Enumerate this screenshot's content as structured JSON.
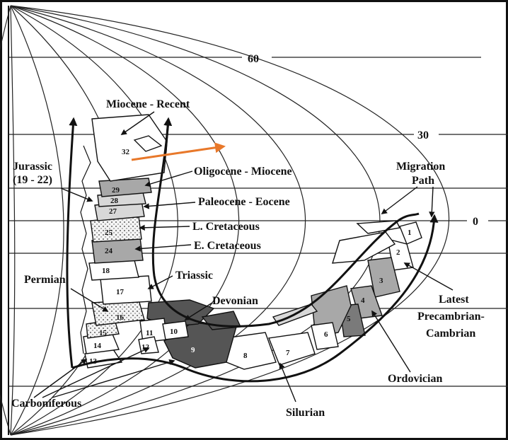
{
  "latitudes": {
    "lat60": "60",
    "lat30": "30",
    "lat0": "0"
  },
  "periods": {
    "miocene_recent": "Miocene - Recent",
    "jurassic_1": "Jurassic",
    "jurassic_2": "(19 - 22)",
    "oligocene_miocene": "Oligocene - Miocene",
    "paleocene_eocene": "Paleocene - Eocene",
    "l_cretaceous": "L. Cretaceous",
    "e_cretaceous": "E. Cretaceous",
    "triassic": "Triassic",
    "permian": "Permian",
    "devonian": "Devonian",
    "carboniferous": "Carboniferous",
    "silurian": "Silurian",
    "ordovician": "Ordovician",
    "latest_1": "Latest",
    "latest_2": "Precambrian-",
    "latest_3": "Cambrian",
    "migration_1": "Migration",
    "migration_2": "Path"
  },
  "positions": {
    "p1": "1",
    "p2": "2",
    "p3": "3",
    "p4": "4",
    "p5": "5",
    "p6": "6",
    "p7": "7",
    "p8": "8",
    "p9": "9",
    "p10": "10",
    "p11": "11",
    "p12": "12",
    "p13": "13",
    "p14": "14",
    "p15": "15",
    "p16": "16",
    "p17": "17",
    "p18": "18",
    "p24": "24",
    "p25": "25",
    "p27": "27",
    "p28": "28",
    "p29": "29",
    "p32": "32"
  },
  "colors": {
    "ink": "#111111",
    "dark_fill": "#555555",
    "mid_fill": "#a8a8a8",
    "light_fill": "#d8d8d8",
    "arrow_orange": "#e8782a"
  }
}
